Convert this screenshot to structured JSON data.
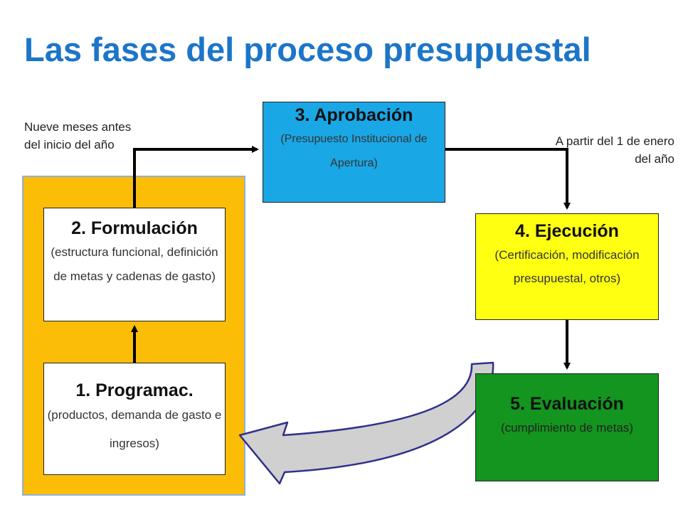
{
  "title": "Las fases del proceso presupuestal",
  "notes": {
    "before": "Nueve meses antes del inicio del año",
    "after": "A partir del 1 de enero del año"
  },
  "phases": {
    "programacion": {
      "heading": "1. Programac.",
      "detail": "(productos, demanda de gasto e ingresos)"
    },
    "formulacion": {
      "heading": "2. Formulación",
      "detail": "(estructura funcional, definición de metas y cadenas de gasto)"
    },
    "aprobacion": {
      "heading": "3. Aprobación",
      "detail": "(Presupuesto Institucional de Apertura)"
    },
    "ejecucion": {
      "heading": "4. Ejecución",
      "detail": "(Certificación, modificación presupuestal, otros)"
    },
    "evaluacion": {
      "heading": "5. Evaluación",
      "detail": "(cumplimiento de metas)"
    }
  },
  "colors": {
    "title": "#1c76c8",
    "panel": "#fbbd06",
    "aprobacion": "#1aa7e6",
    "ejecucion": "#ffff11",
    "evaluacion": "#13951f",
    "feedback_arrow": "#d0d0d0"
  }
}
